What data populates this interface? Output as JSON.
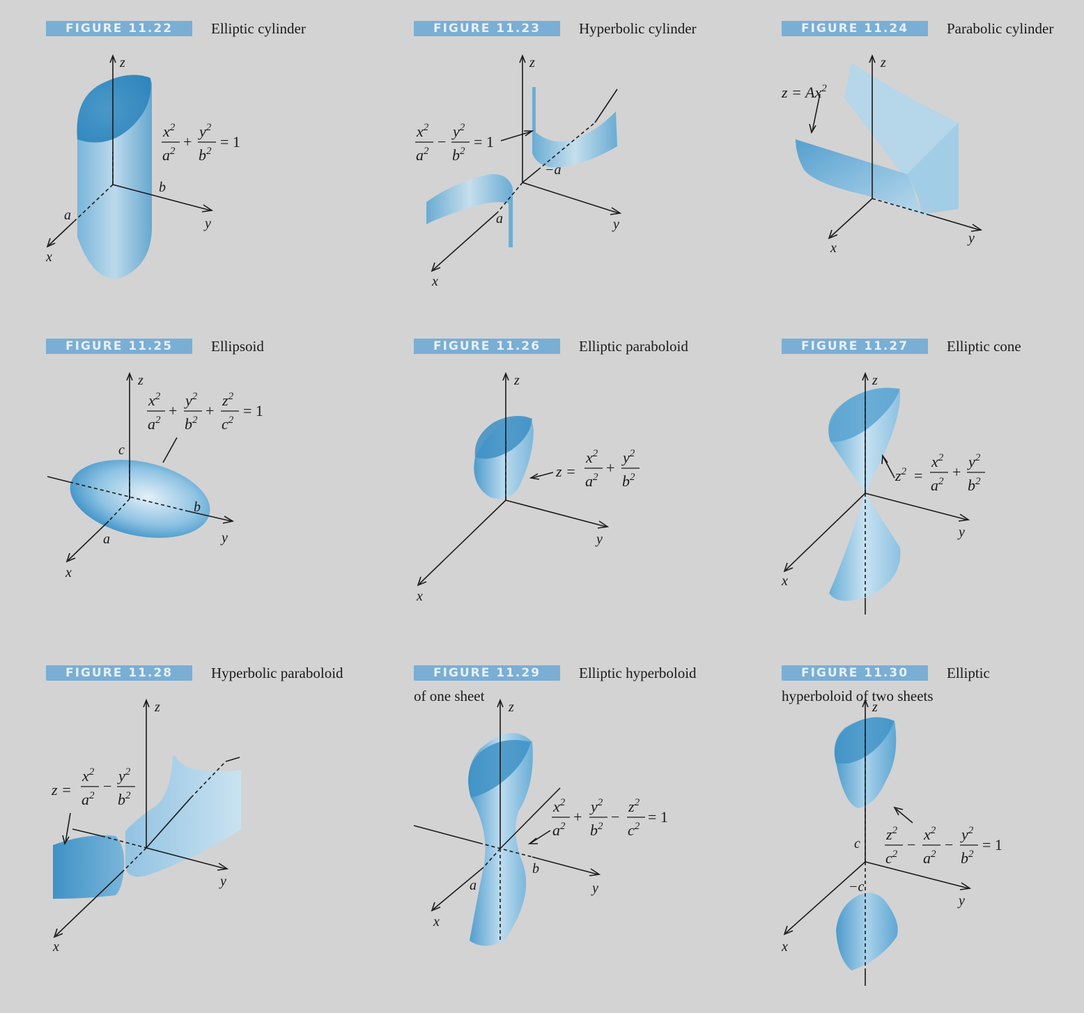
{
  "colors": {
    "background": "#d3d3d3",
    "tag_bg": "#7aaed4",
    "tag_text": "#e7f0f8",
    "surface_dark": "#4a9ccc",
    "surface_light": "#bcdcee"
  },
  "figures": [
    {
      "tag": "FIGURE 11.22",
      "title": "Elliptic cylinder",
      "axes": {
        "x": "x",
        "y": "y",
        "z": "z"
      },
      "marks": [
        "a",
        "b"
      ],
      "equation": {
        "t1": "x",
        "e1": "2",
        "d1": "a",
        "de1": "2",
        "op1": "+",
        "t2": "y",
        "e2": "2",
        "d2": "b",
        "de2": "2",
        "rhs": "= 1"
      }
    },
    {
      "tag": "FIGURE 11.23",
      "title": "Hyperbolic cylinder",
      "axes": {
        "x": "x",
        "y": "y",
        "z": "z"
      },
      "marks": [
        "a",
        "−a"
      ],
      "equation": {
        "t1": "x",
        "e1": "2",
        "d1": "a",
        "de1": "2",
        "op1": "−",
        "t2": "y",
        "e2": "2",
        "d2": "b",
        "de2": "2",
        "rhs": "= 1"
      }
    },
    {
      "tag": "FIGURE 11.24",
      "title": "Parabolic cylinder",
      "axes": {
        "x": "x",
        "y": "y",
        "z": "z"
      },
      "equation": {
        "lhs": "z = Ax",
        "e": "2"
      }
    },
    {
      "tag": "FIGURE 11.25",
      "title": "Ellipsoid",
      "axes": {
        "x": "x",
        "y": "y",
        "z": "z"
      },
      "marks": [
        "a",
        "b",
        "c"
      ],
      "equation": {
        "t1": "x",
        "e1": "2",
        "d1": "a",
        "de1": "2",
        "op1": "+",
        "t2": "y",
        "e2": "2",
        "d2": "b",
        "de2": "2",
        "op2": "+",
        "t3": "z",
        "e3": "2",
        "d3": "c",
        "de3": "2",
        "rhs": "= 1"
      }
    },
    {
      "tag": "FIGURE 11.26",
      "title": "Elliptic paraboloid",
      "axes": {
        "x": "x",
        "y": "y",
        "z": "z"
      },
      "equation": {
        "lhs": "z =",
        "t1": "x",
        "e1": "2",
        "d1": "a",
        "de1": "2",
        "op1": "+",
        "t2": "y",
        "e2": "2",
        "d2": "b",
        "de2": "2"
      }
    },
    {
      "tag": "FIGURE 11.27",
      "title": "Elliptic cone",
      "axes": {
        "x": "x",
        "y": "y",
        "z": "z"
      },
      "equation": {
        "lhs": "z",
        "le": "2",
        "eqs": "=",
        "t1": "x",
        "e1": "2",
        "d1": "a",
        "de1": "2",
        "op1": "+",
        "t2": "y",
        "e2": "2",
        "d2": "b",
        "de2": "2"
      }
    },
    {
      "tag": "FIGURE 11.28",
      "title": "Hyperbolic paraboloid",
      "axes": {
        "x": "x",
        "y": "y",
        "z": "z"
      },
      "equation": {
        "lhs": "z =",
        "t1": "x",
        "e1": "2",
        "d1": "a",
        "de1": "2",
        "op1": "−",
        "t2": "y",
        "e2": "2",
        "d2": "b",
        "de2": "2"
      }
    },
    {
      "tag": "FIGURE 11.29",
      "title": "Elliptic hyperboloid",
      "title_line2": "of one sheet",
      "axes": {
        "x": "x",
        "y": "y",
        "z": "z"
      },
      "marks": [
        "a",
        "b"
      ],
      "equation": {
        "t1": "x",
        "e1": "2",
        "d1": "a",
        "de1": "2",
        "op1": "+",
        "t2": "y",
        "e2": "2",
        "d2": "b",
        "de2": "2",
        "op2": "−",
        "t3": "z",
        "e3": "2",
        "d3": "c",
        "de3": "2",
        "rhs": "= 1"
      }
    },
    {
      "tag": "FIGURE 11.30",
      "title": "Elliptic",
      "title_line2": "hyperboloid of two sheets",
      "axes": {
        "x": "x",
        "y": "y",
        "z": "z"
      },
      "marks": [
        "c",
        "−c"
      ],
      "equation": {
        "t1": "z",
        "e1": "2",
        "d1": "c",
        "de1": "2",
        "op1": "−",
        "t2": "x",
        "e2": "2",
        "d2": "a",
        "de2": "2",
        "op2": "−",
        "t3": "y",
        "e3": "2",
        "d3": "b",
        "de3": "2",
        "rhs": "= 1"
      }
    }
  ]
}
